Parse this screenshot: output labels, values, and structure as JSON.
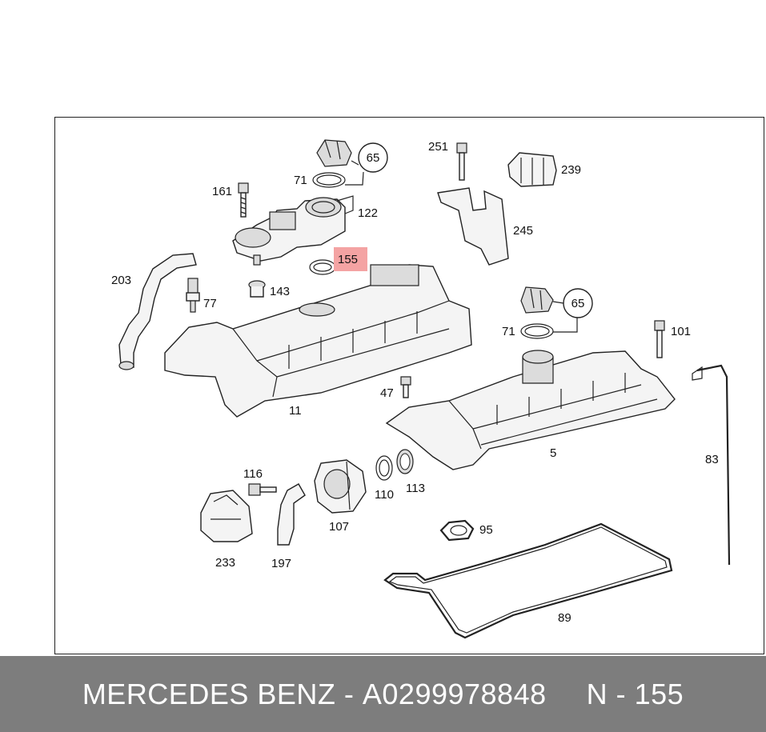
{
  "callouts": {
    "p65a": "65",
    "p71a": "71",
    "p161": "161",
    "p122": "122",
    "p155": "155",
    "p203": "203",
    "p77": "77",
    "p143": "143",
    "p251": "251",
    "p239": "239",
    "p245": "245",
    "p65b": "65",
    "p71b": "71",
    "p101": "101",
    "p11": "11",
    "p47": "47",
    "p5": "5",
    "p83": "83",
    "p116": "116",
    "p107": "107",
    "p110": "110",
    "p113": "113",
    "p233": "233",
    "p197": "197",
    "p95": "95",
    "p89": "89"
  },
  "highlight_color": "#f4a3a3",
  "footer": {
    "brand": "MERCEDES BENZ",
    "separator": "-",
    "part_number": "A0299978848",
    "position": "N - 155"
  }
}
